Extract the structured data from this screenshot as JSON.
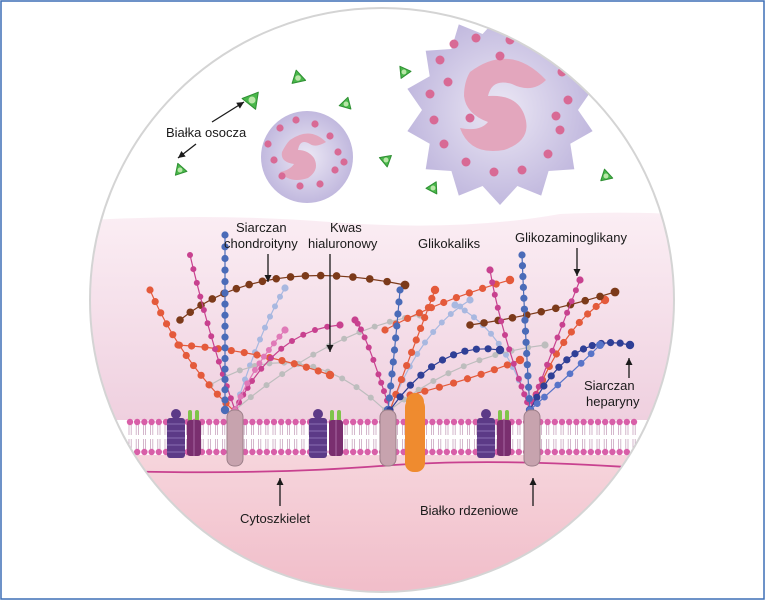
{
  "labels": {
    "plasma_proteins": "Białka osocza",
    "chondroitin_1": "Siarczan",
    "chondroitin_2": "chondroityny",
    "hyaluronic_1": "Kwas",
    "hyaluronic_2": "hialuronowy",
    "glycocalyx": "Glikokaliks",
    "gag": "Glikozaminoglikany",
    "heparan_1": "Siarczan",
    "heparan_2": "heparyny",
    "cytoskeleton": "Cytoszkielet",
    "core_protein": "Białko rdzeniowe"
  },
  "colors": {
    "frame_border": "#3d6fb6",
    "circle_outline": "#d0d0d0",
    "glycocalyx_pink": "#f3dce8",
    "membrane_pink": "#d85fa8",
    "cell_pink": "#f3c7d2",
    "cell_body": "#c9c3e3",
    "nucleus": "#e3a6bd",
    "granule": "#d86a95",
    "plasma_protein_green": "#49b84a",
    "core_protein": "#c7a3ae",
    "orange_protein": "#ef8b2f",
    "integrin_purple": "#5c3a87",
    "integrin_green": "#7fc44a",
    "chain_blue": "#4a6bb8",
    "chain_darkblue": "#2f3f96",
    "chain_red": "#e45a3b",
    "chain_brown": "#7c3a1a",
    "chain_magenta": "#c8418f",
    "chain_lightblue": "#a8b8e0",
    "chain_grey": "#bdbdbd"
  }
}
